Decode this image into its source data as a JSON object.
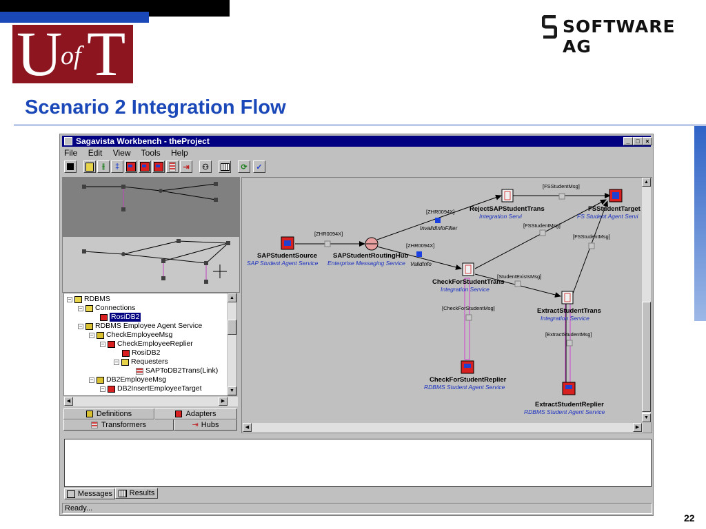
{
  "slide": {
    "logo_left": {
      "u": "U",
      "of": "of",
      "t": "T"
    },
    "logo_right": "SOFTWARE AG",
    "title": "Scenario 2 Integration Flow",
    "page_number": "22",
    "colors": {
      "title_blue": "#1a48b8",
      "uoft_red": "#8c1520",
      "window_title": "#000080"
    }
  },
  "window": {
    "title": "Sagavista Workbench - theProject",
    "controls": [
      "_",
      "□",
      "×"
    ],
    "menu": [
      "File",
      "Edit",
      "View",
      "Tools",
      "Help"
    ],
    "toolbar_icons": [
      "save-icon",
      "database-icon",
      "split-icon",
      "merge-icon",
      "agent-source-icon",
      "agent-target-icon",
      "agent-replier-icon",
      "transformer-icon",
      "hub-icon",
      "binoculars-icon",
      "grid-icon",
      "refresh-icon",
      "check-icon"
    ]
  },
  "tree": {
    "nodes": [
      {
        "label": "RDBMS",
        "icon": "folder-icon",
        "pm": "⊟"
      },
      {
        "label": "Connections",
        "icon": "folder-icon",
        "pm": "⊟"
      },
      {
        "label": "RosiDB2",
        "icon": "connection-icon",
        "selected": true
      },
      {
        "label": "RDBMS Employee Agent Service",
        "icon": "agent-service-icon",
        "pm": "⊟"
      },
      {
        "label": "CheckEmployeeMsg",
        "icon": "message-icon",
        "pm": "⊟"
      },
      {
        "label": "CheckEmployeeReplier",
        "icon": "replier-icon",
        "pm": "⊟"
      },
      {
        "label": "RosiDB2",
        "icon": "connection-icon"
      },
      {
        "label": "Requesters",
        "icon": "folder-icon",
        "pm": "⊟"
      },
      {
        "label": "SAPToDB2Trans(Link)",
        "icon": "transformer-icon"
      },
      {
        "label": "DB2EmployeeMsg",
        "icon": "message-icon",
        "pm": "⊟"
      },
      {
        "label": "DB2InsertEmployeeTarget",
        "icon": "target-icon",
        "pm": "⊟"
      }
    ]
  },
  "tabs": {
    "definitions": "Definitions",
    "adapters": "Adapters",
    "transformers": "Transformers",
    "hubs": "Hubs",
    "messages": "Messages",
    "results": "Results"
  },
  "diagram": {
    "nodes": {
      "sap_source": {
        "name": "SAPStudentSource",
        "service": "SAP Student Agent Service"
      },
      "routing_hub": {
        "name": "SAPStudentRoutingHub",
        "service": "Enterprise Messaging Service"
      },
      "reject_trans": {
        "name": "RejectSAPStudentTrans",
        "service": "Integration Servi"
      },
      "fs_target": {
        "name": "FSStudentTarget",
        "service": "FS Student Agent Servi"
      },
      "check_trans": {
        "name": "CheckForStudentTrans",
        "service": "Integration Service"
      },
      "extract_trans": {
        "name": "ExtractStudentTrans",
        "service": "Integration Service"
      },
      "check_replier": {
        "name": "CheckForStudentReplier",
        "service": "RDBMS Student Agent Service"
      },
      "extract_replier": {
        "name": "ExtractStudentReplier",
        "service": "RDBMS Student Agent Service"
      }
    },
    "links": {
      "zhr1": "[ZHR0094X]",
      "zhr2": "[ZHR0094X]",
      "zhr3": "[ZHR0094X]",
      "invalid_filter": "InvalidInfoFilter",
      "valid_info": "ValidInfo",
      "fs1": "[FSStudentMsg]",
      "fs2": "[FSStudentMsg]",
      "fs3": "[FSStudentMsg]",
      "exists": "[StudentExistsMsg]",
      "check_msg": "[CheckForStudentMsg]",
      "extract_msg": "[ExtractStudentMsg]"
    }
  },
  "status": {
    "text": "Ready..."
  }
}
